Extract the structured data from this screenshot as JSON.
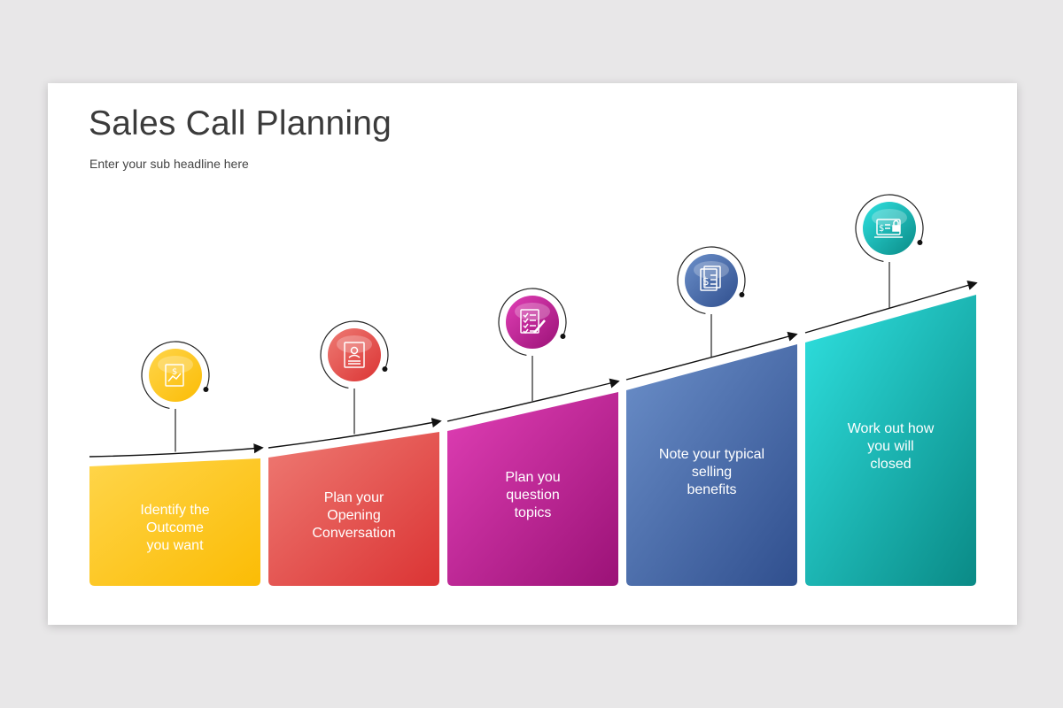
{
  "slide": {
    "title": "Sales Call Planning",
    "subtitle": "Enter your sub headline here"
  },
  "steps": [
    {
      "label": "Identify the\nOutcome\nyou want",
      "icon": "chart-dollar-icon",
      "color_start": "#ffd54a",
      "color_end": "#fbbc05"
    },
    {
      "label": "Plan your\nOpening\nConversation",
      "icon": "document-user-icon",
      "color_start": "#ee7a73",
      "color_end": "#db3434"
    },
    {
      "label": "Plan you\nquestion\ntopics",
      "icon": "checklist-pen-icon",
      "color_start": "#e03fb5",
      "color_end": "#9b1277"
    },
    {
      "label": "Note your typical\nselling\nbenefits",
      "icon": "invoice-dollar-icon",
      "color_start": "#6b8fc9",
      "color_end": "#304f8e"
    },
    {
      "label": "Work out how\nyou will\nclosed",
      "icon": "laptop-lock-icon",
      "color_start": "#2fe1e0",
      "color_end": "#0a8a86"
    }
  ]
}
